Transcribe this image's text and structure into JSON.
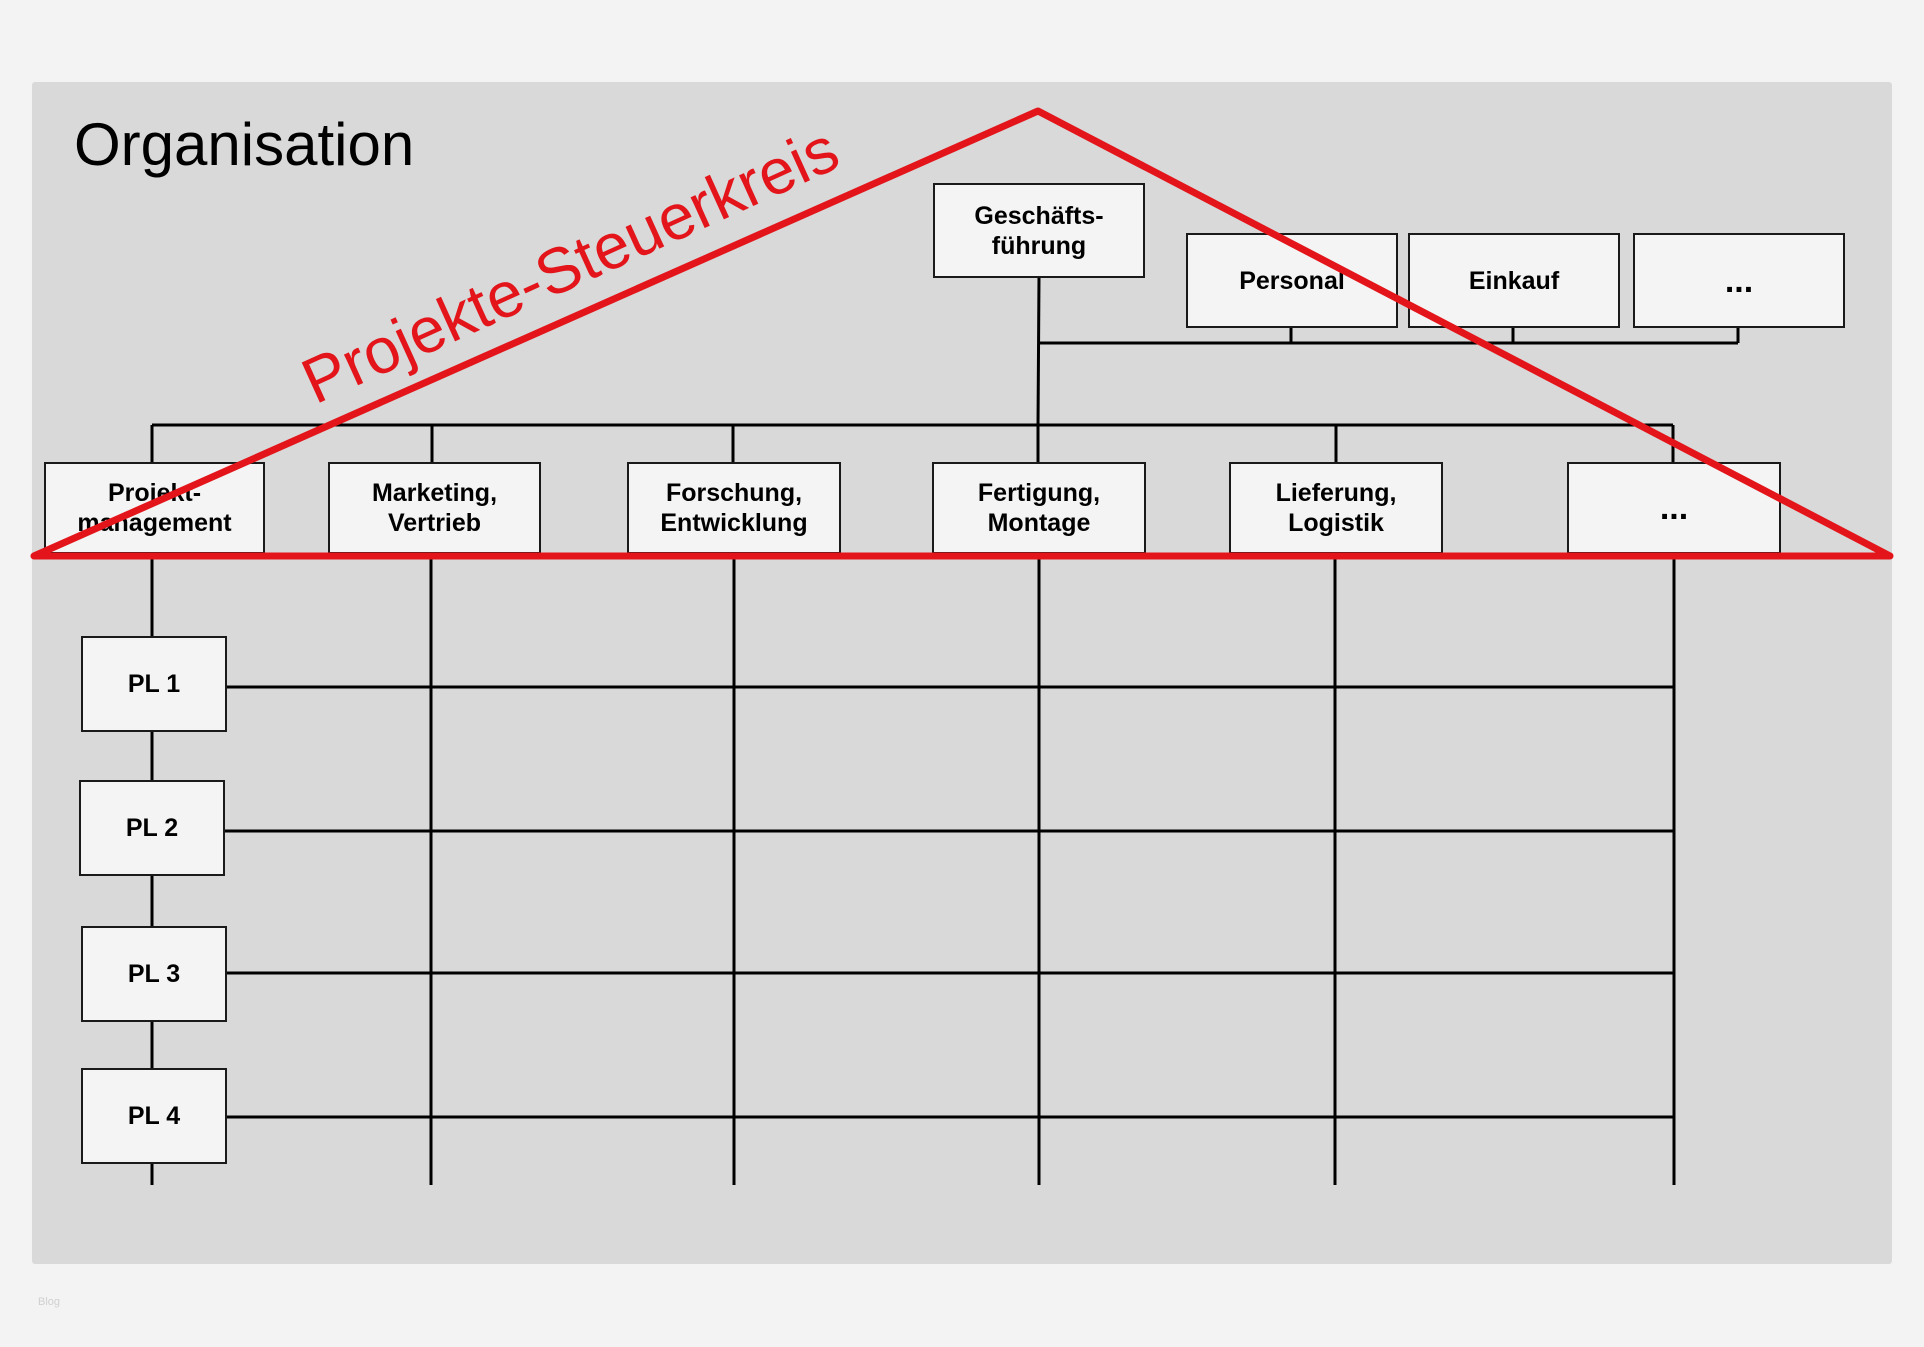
{
  "title": "Organisation",
  "overlay_label": "Projekte-Steuerkreis",
  "overlay_color": "#e3151a",
  "top": {
    "ceo": "Geschäfts-\nführung",
    "staff": [
      "Personal",
      "Einkauf",
      "..."
    ]
  },
  "departments": [
    "Projekt-\nmanagement",
    "Marketing,\nVertrieb",
    "Forschung,\nEntwicklung",
    "Fertigung,\nMontage",
    "Lieferung,\nLogistik",
    "..."
  ],
  "project_leads": [
    "PL 1",
    "PL 2",
    "PL 3",
    "PL 4"
  ],
  "watermark": "Blog"
}
